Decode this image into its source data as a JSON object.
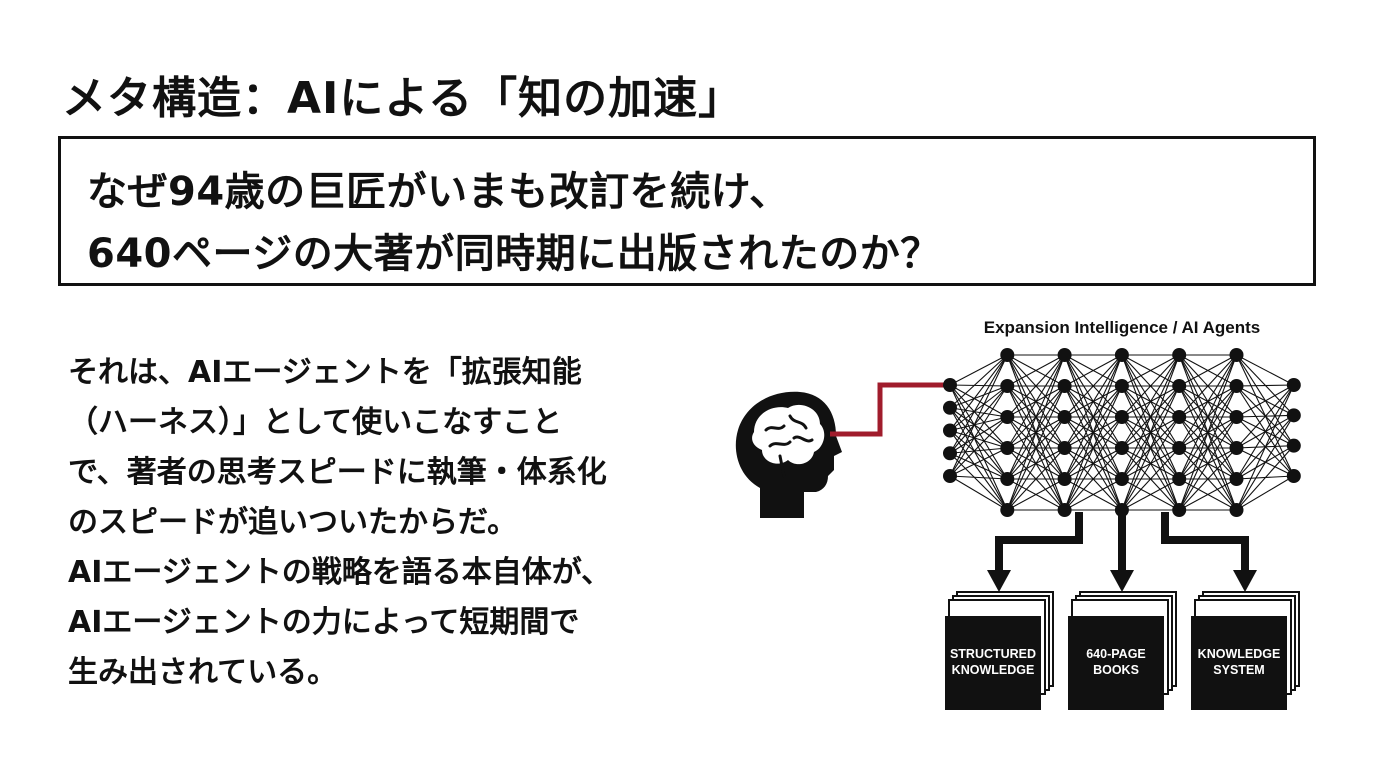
{
  "header": {
    "title": "メタ構造：AIによる「知の加速」"
  },
  "question": {
    "lines": [
      "なぜ94歳の巨匠がいまも改訂を続け、",
      "640ページの大著が同時期に出版されたのか？"
    ]
  },
  "body": {
    "lines": [
      "それは、AIエージェントを「拡張知能",
      "（ハーネス）」として使いこなすこと",
      "で、著者の思考スピードに執筆・体系化",
      "のスピードが追いついたからだ。",
      "AIエージェントの戦略を語る本自体が、",
      "AIエージェントの力によって短期間で",
      "生み出されている。"
    ]
  },
  "diagram": {
    "network_label": "Expansion Intelligence / AI Agents",
    "connector_color": "#a01c2c",
    "network_columns": [
      5,
      6,
      6,
      6,
      6,
      6,
      4
    ],
    "outputs": [
      {
        "line1": "STRUCTURED",
        "line2": "KNOWLEDGE"
      },
      {
        "line1": "640-PAGE",
        "line2": "BOOKS"
      },
      {
        "line1": "KNOWLEDGE",
        "line2": "SYSTEM"
      }
    ],
    "icons": {
      "head": "head-with-brain-icon",
      "arrow": "down-arrow-icon",
      "stack": "document-stack-icon"
    }
  }
}
